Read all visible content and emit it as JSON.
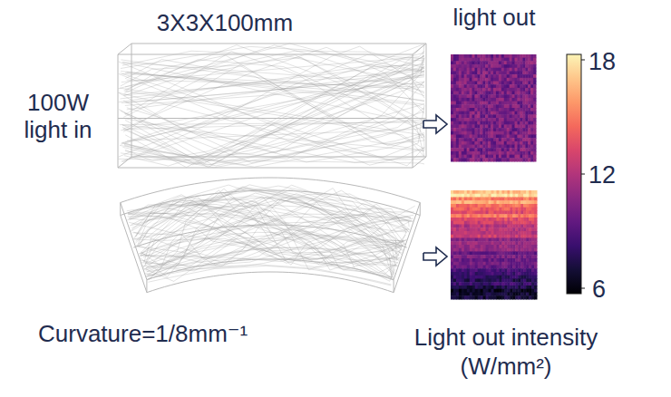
{
  "diagram": {
    "labels": [
      "3X3X100mm",
      "light out",
      "100W light in",
      "18",
      "12",
      "6",
      "Curvature=1/8mm⁻¹",
      "Light out intensity (W/mm²)"
    ]
  }
}
